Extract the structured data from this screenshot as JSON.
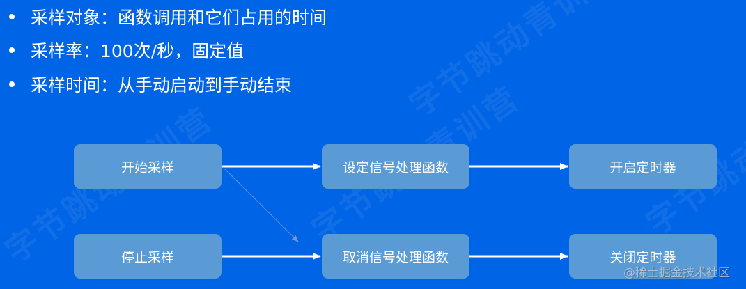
{
  "bullets": [
    {
      "text": "采样对象：函数调用和它们占用的时间"
    },
    {
      "text": "采样率：100次/秒，固定值"
    },
    {
      "text": "采样时间：从手动启动到手动结束"
    }
  ],
  "diagram": {
    "nodes": {
      "start": "开始采样",
      "set_handler": "设定信号处理函数",
      "start_timer": "开启定时器",
      "stop": "停止采样",
      "cancel_handler": "取消信号处理函数",
      "close_timer": "关闭定时器"
    },
    "edges": [
      {
        "from": "start",
        "to": "set_handler"
      },
      {
        "from": "set_handler",
        "to": "start_timer"
      },
      {
        "from": "stop",
        "to": "cancel_handler"
      },
      {
        "from": "cancel_handler",
        "to": "close_timer"
      },
      {
        "from": "start",
        "to": "cancel_handler",
        "style": "faint-diagonal"
      }
    ]
  },
  "watermarks": {
    "background_text": "字节跳动青训营",
    "credit": "@稀土掘金技术社区"
  },
  "colors": {
    "background": "#0064e6",
    "node_fill": "#5b9bd5",
    "text": "#ffffff",
    "arrow": "#ffffff"
  }
}
